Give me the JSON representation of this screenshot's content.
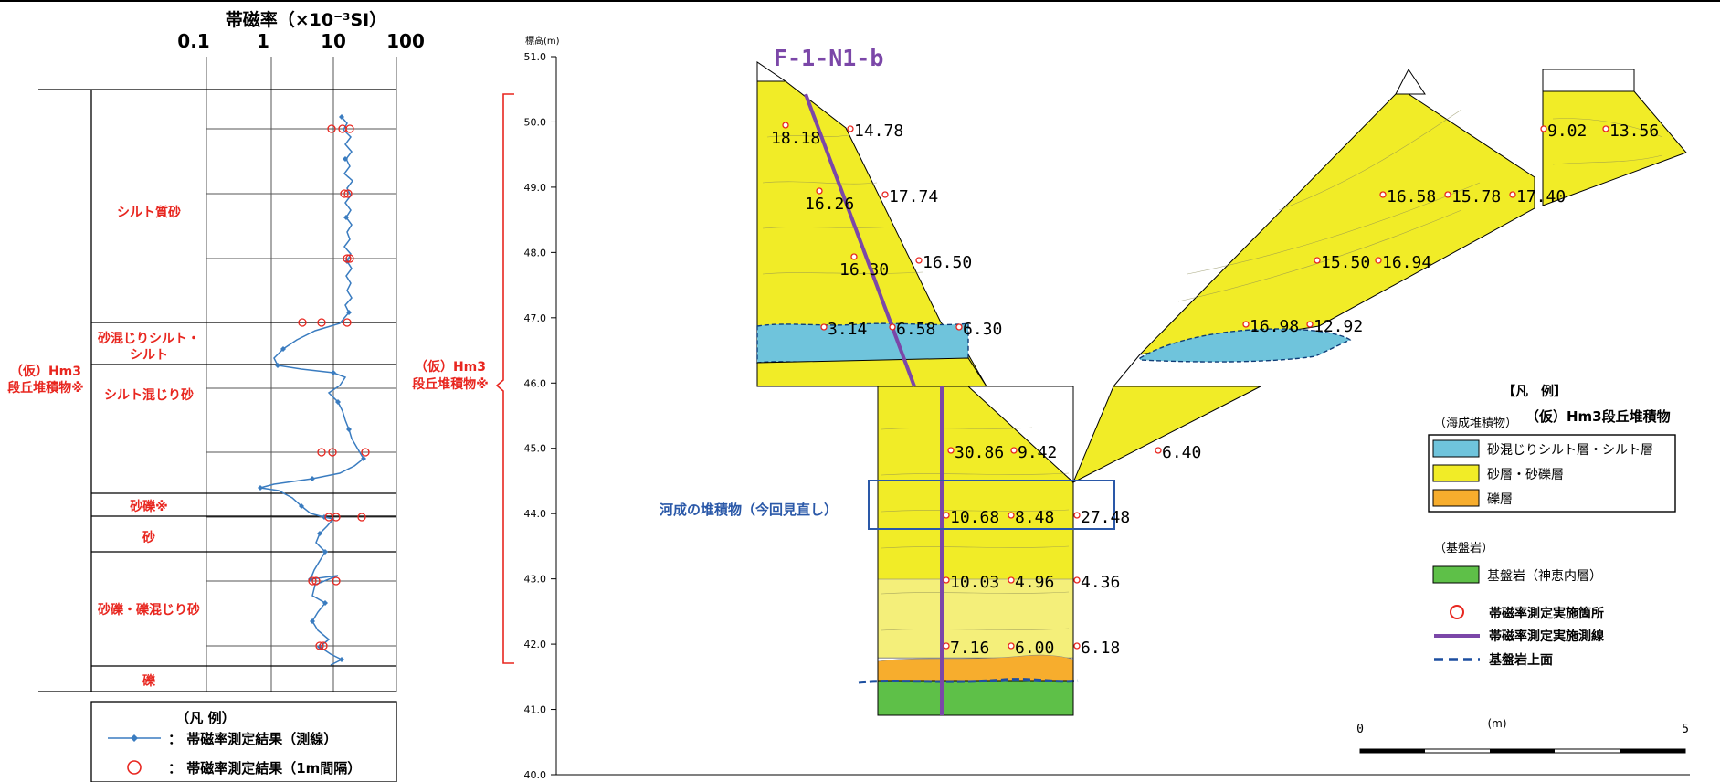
{
  "log_panel": {
    "title": "帯磁率（×10⁻³SI）",
    "axis_ticks": [
      "0.1",
      "1",
      "10",
      "100"
    ],
    "formation_label_line1": "（仮）Hm3",
    "formation_label_line2": "段丘堆積物※",
    "layers": [
      {
        "label": "シルト質砂"
      },
      {
        "label_line1": "砂混じりシルト・",
        "label_line2": "シルト"
      },
      {
        "label": "シルト混じり砂"
      },
      {
        "label": "砂礫※"
      },
      {
        "label": "砂"
      },
      {
        "label": "砂礫・礫混じり砂"
      },
      {
        "label": "礫"
      }
    ],
    "legend": {
      "title": "（凡 例）",
      "line_item": "：  帯磁率測定結果（測線）",
      "circle_item": "：  帯磁率測定結果（1m間隔）"
    }
  },
  "section_panel": {
    "elevation_axis_title": "標高(m)",
    "elevation_ticks": [
      "51.0",
      "50.0",
      "49.0",
      "48.0",
      "47.0",
      "46.0",
      "45.0",
      "44.0",
      "43.0",
      "42.0",
      "41.0",
      "40.0"
    ],
    "section_name": "F-1-N1-b",
    "formation_label_line1": "（仮）Hm3",
    "formation_label_line2": "段丘堆積物※",
    "fluvial_box_label": "河成の堆積物（今回見直し）",
    "measurements": [
      "18.18",
      "14.78",
      "16.26",
      "17.74",
      "16.30",
      "16.50",
      "3.14",
      "6.58",
      "6.30",
      "30.86",
      "9.42",
      "6.40",
      "10.68",
      "8.48",
      "27.48",
      "10.03",
      "4.96",
      "4.36",
      "7.16",
      "6.00",
      "6.18",
      "9.02",
      "13.56",
      "16.58",
      "15.78",
      "17.40",
      "15.50",
      "16.94",
      "16.98",
      "12.92"
    ],
    "legend": {
      "title": "【凡　例】",
      "marine_group": "（海成堆積物）",
      "formation_name": "（仮）Hm3段丘堆積物",
      "silt_layer": "砂混じりシルト層・シルト層",
      "sand_layer": "砂層・砂礫層",
      "gravel_layer": "礫層",
      "bedrock_group": "（基盤岩）",
      "bedrock": "基盤岩（神恵内層）",
      "measure_point": "帯磁率測定実施箇所",
      "measure_line": "帯磁率測定実施測線",
      "bedrock_top": "基盤岩上面"
    },
    "scale": {
      "start": "0",
      "unit": "(m)",
      "end": "5"
    }
  },
  "colors": {
    "sand": "#f1ec27",
    "silt": "#6fc4dc",
    "gravel": "#f7ad2d",
    "bedrock": "#5ec048",
    "red_label": "#e8261f",
    "section_line": "#7b47a8",
    "blue_box": "#2a58a8",
    "log_line": "#3a7cc0"
  }
}
